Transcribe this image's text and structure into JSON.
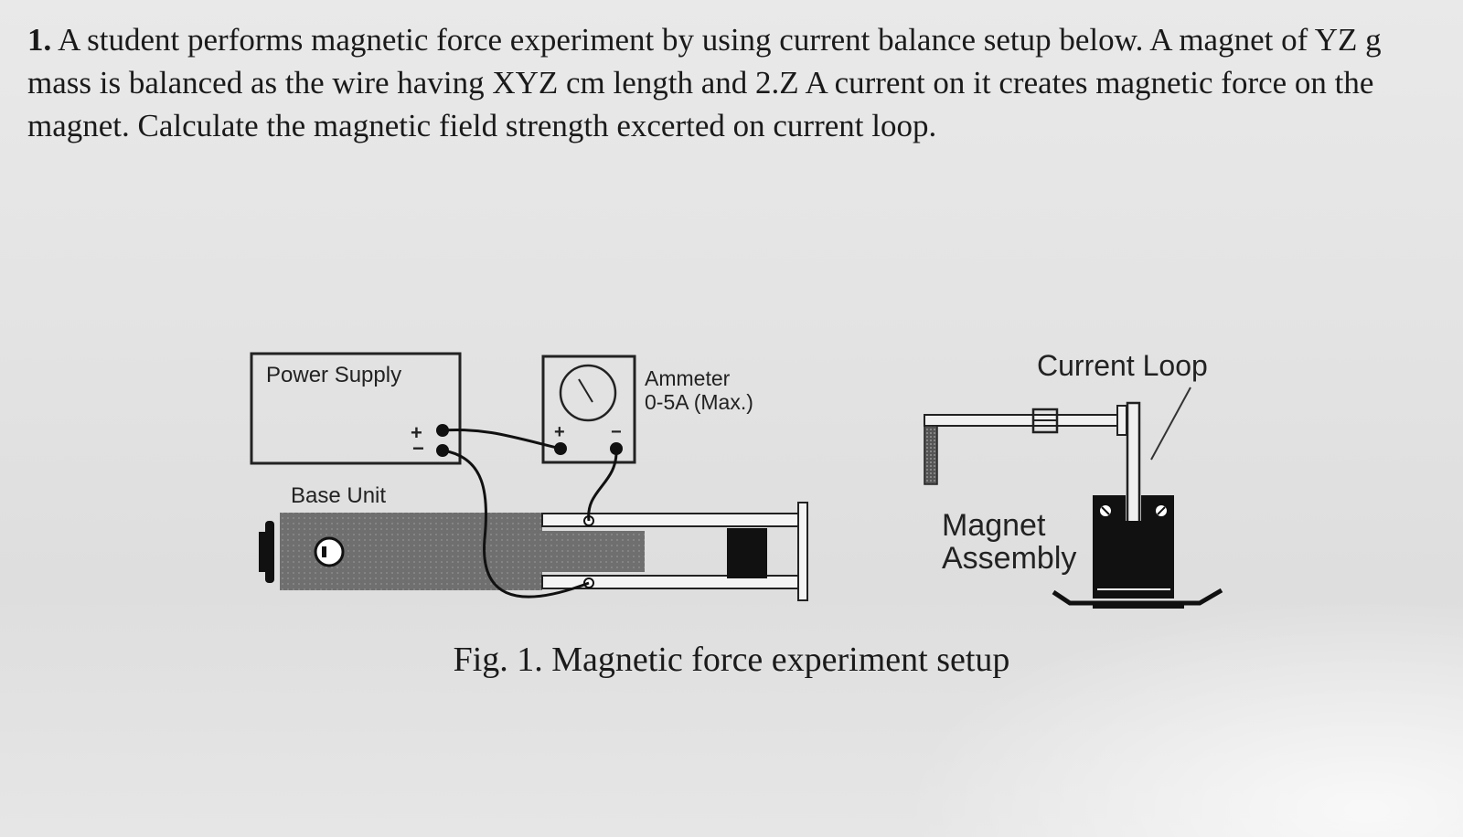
{
  "question": {
    "number": "1.",
    "text": "A student performs magnetic force experiment by using current balance setup below. A magnet of YZ g mass is balanced as the wire having XYZ cm length and 2.Z A current on it creates magnetic force on the magnet. Calculate the magnetic field strength excerted on current loop."
  },
  "figure": {
    "labels": {
      "power_supply": "Power Supply",
      "plus": "+",
      "minus": "−",
      "ammeter": "Ammeter",
      "ammeter_range": "0-5A (Max.)",
      "base_unit": "Base Unit",
      "current_loop": "Current Loop",
      "magnet": "Magnet",
      "assembly": "Assembly"
    },
    "caption": "Fig. 1. Magnetic force experiment setup"
  }
}
